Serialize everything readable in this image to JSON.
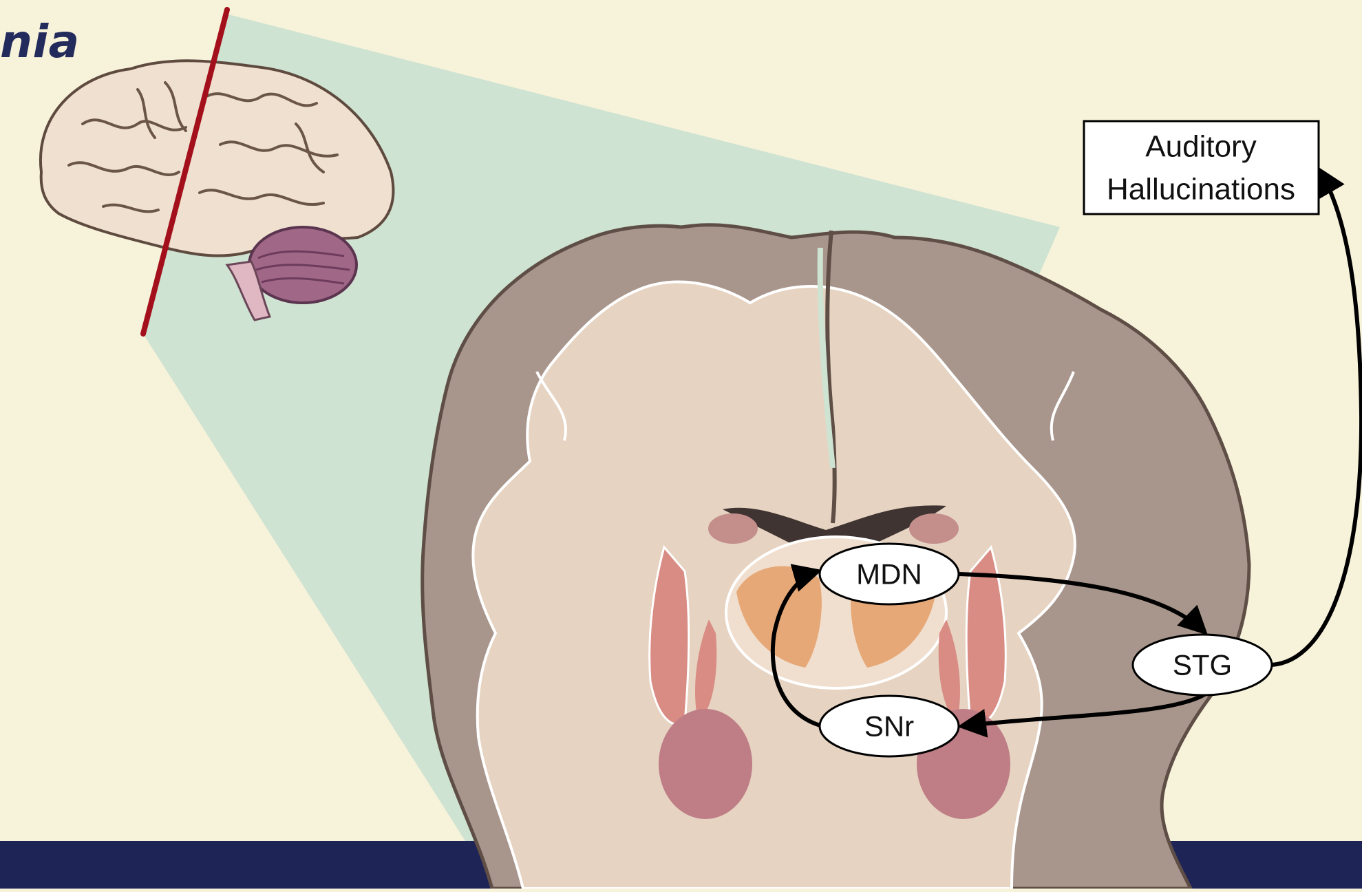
{
  "title_fragment": "nia",
  "outcome_box": {
    "line1": "Auditory",
    "line2": "Hallucinations"
  },
  "nodes": {
    "mdn": "MDN",
    "stg": "STG",
    "snr": "SNr"
  },
  "colors": {
    "background": "#f7f2da",
    "projection_wedge": "#cfe3d2",
    "footer_band": "#1f2456",
    "cut_line": "#a3101c",
    "grey_matter": "#a8968c",
    "white_matter": "#e6d3c1",
    "striatum": "#d98c84",
    "thalamus": "#e7a877",
    "subthalamic_nuclei": "#bf7d86"
  }
}
